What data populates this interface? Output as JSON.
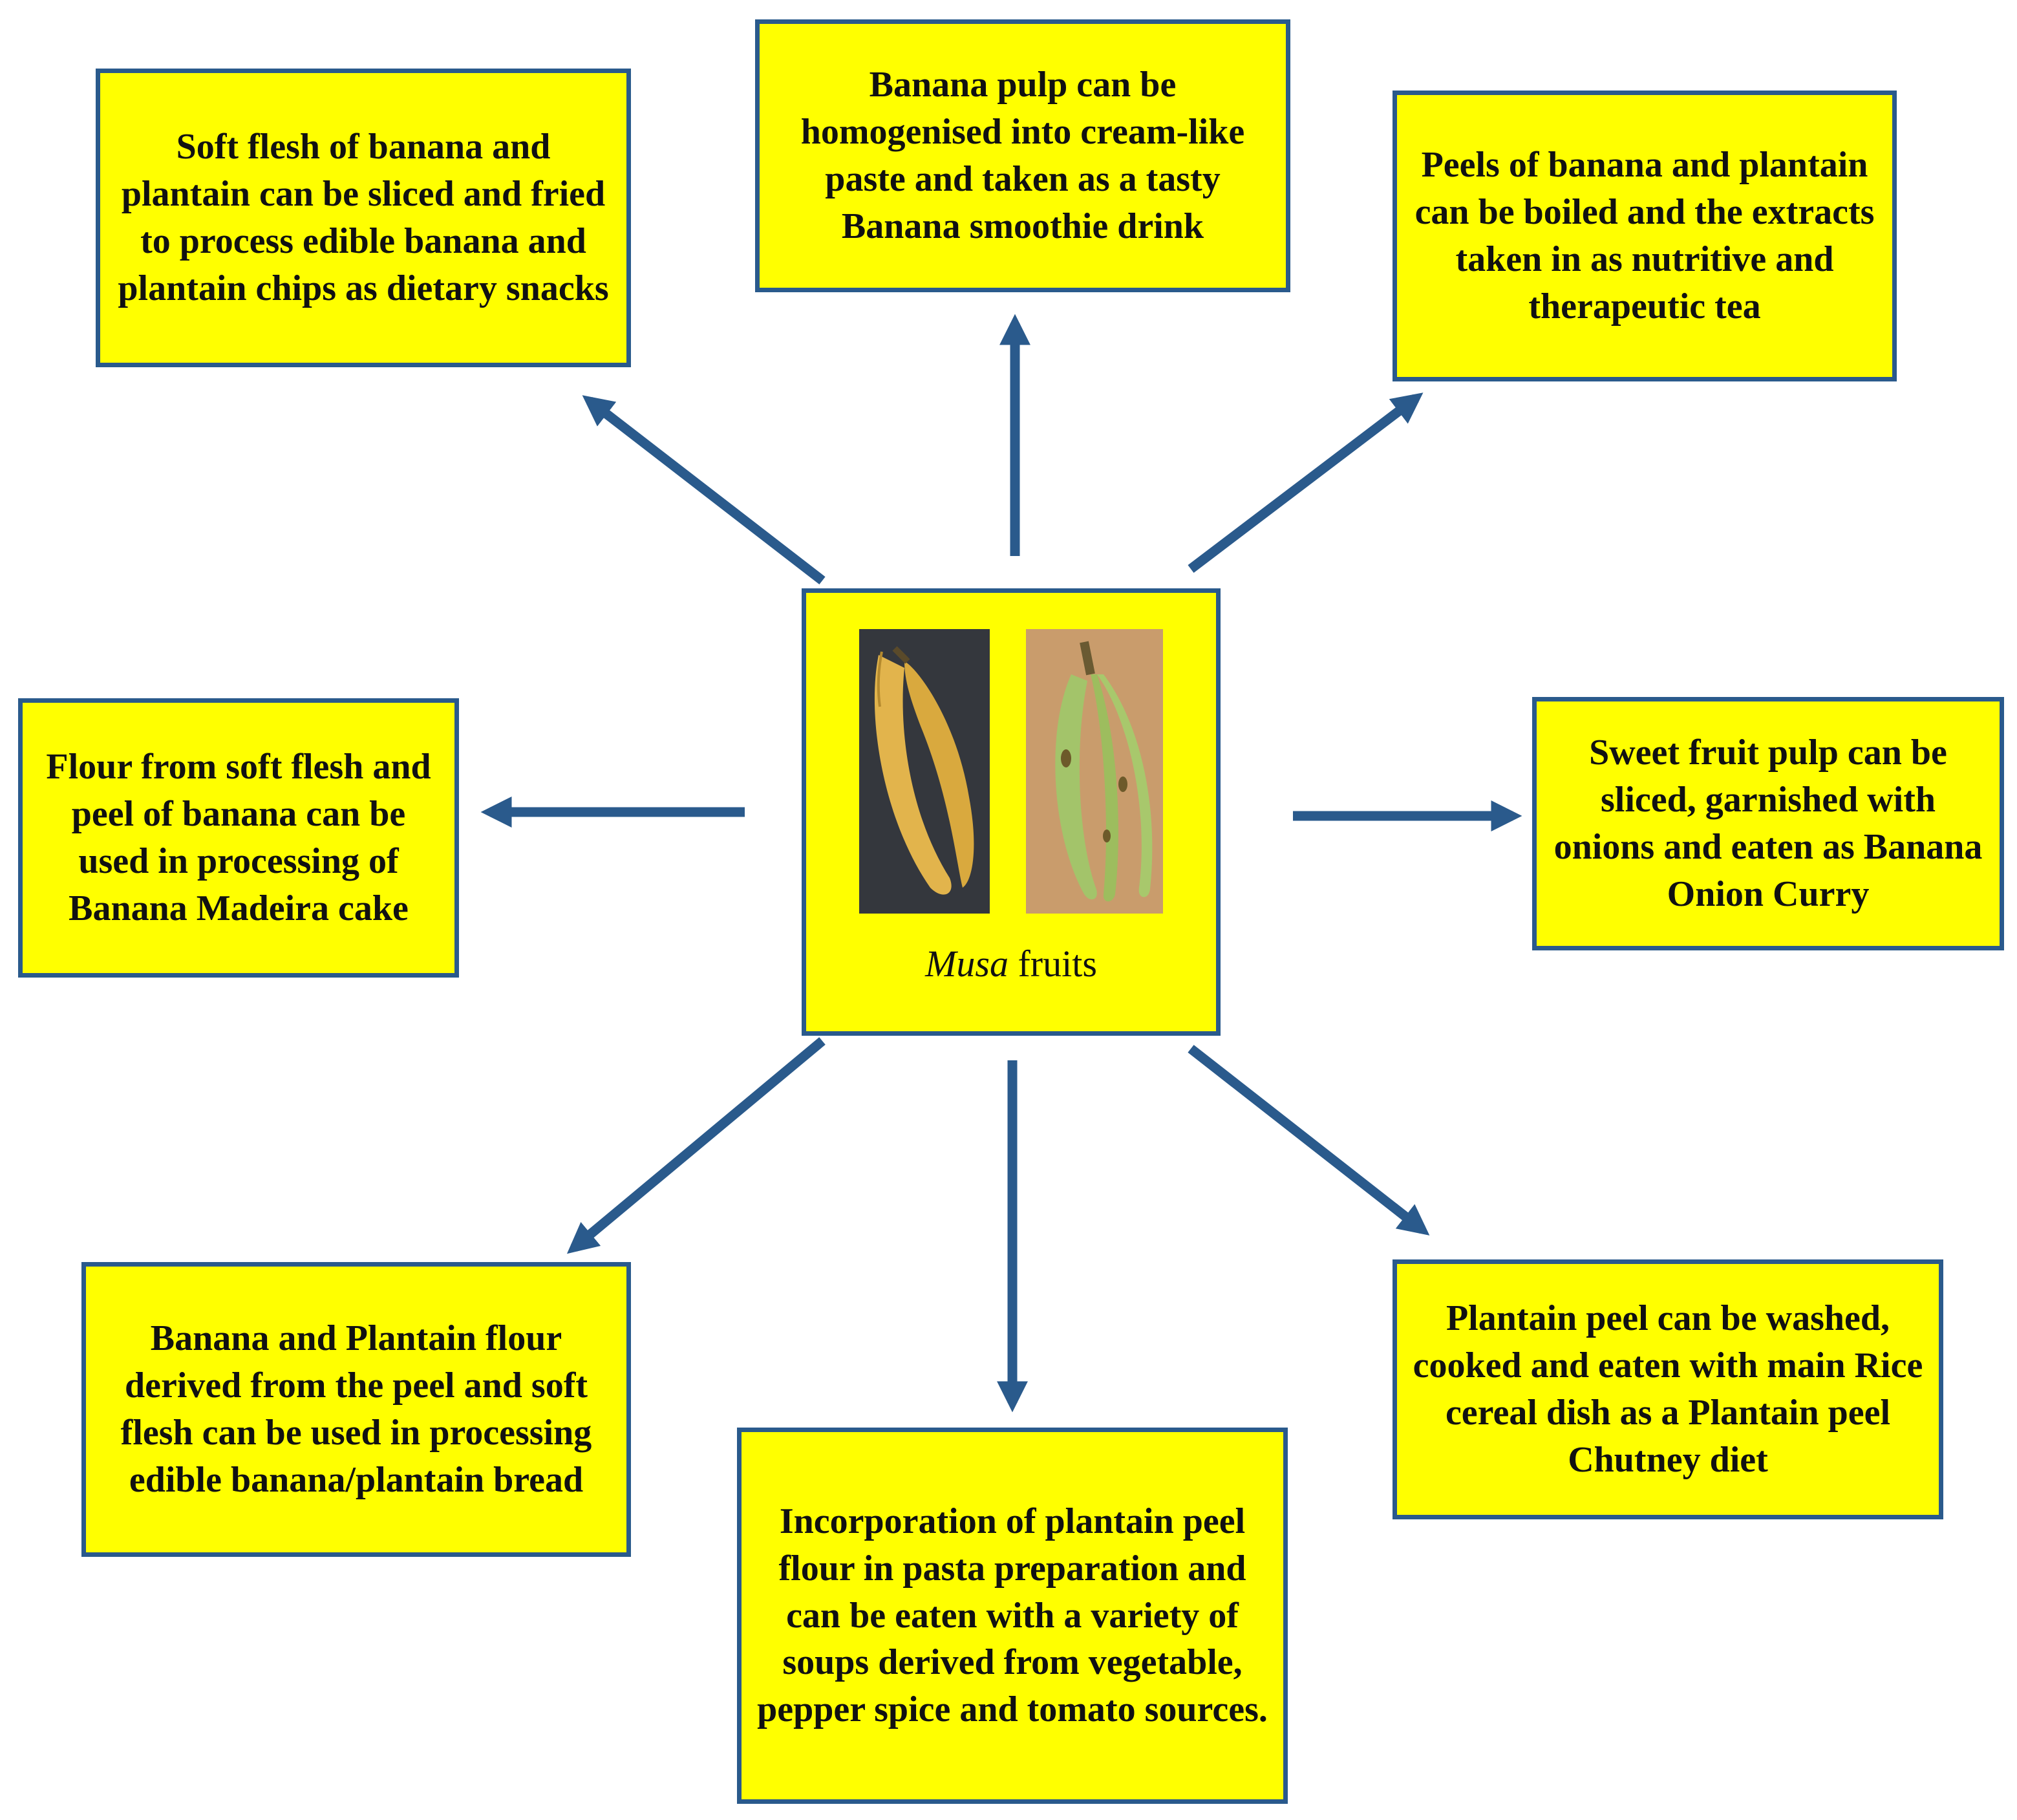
{
  "center": {
    "title_italic": "Musa",
    "title_rest": "fruits",
    "images": [
      "ripe-banana-photo",
      "plantain-photo"
    ]
  },
  "nodes": {
    "top_left": "Soft flesh of banana and plantain can be sliced and fried to process edible banana and plantain chips as dietary snacks",
    "top_center": "Banana pulp can be homogenised into cream-like paste and taken as a tasty Banana smoothie drink",
    "top_right": "Peels of banana and plantain can be boiled and the extracts taken in as nutritive and therapeutic tea",
    "mid_left": "Flour from soft flesh and peel of banana can be used in processing of Banana Madeira cake",
    "mid_right": "Sweet fruit pulp can be sliced, garnished with onions and eaten as Banana Onion Curry",
    "bottom_left": "Banana and Plantain flour derived from the peel and soft flesh can be used in processing edible banana/plantain bread",
    "bottom_center": "Incorporation of plantain peel flour in pasta preparation and can be eaten with a variety of soups derived from vegetable, pepper spice and tomato sources.",
    "bottom_right": "Plantain peel can be washed, cooked and eaten with main Rice cereal dish as a Plantain peel Chutney diet"
  },
  "colors": {
    "box_fill": "#ffff00",
    "box_border": "#2a5a8c",
    "arrow": "#2a5a8c"
  }
}
